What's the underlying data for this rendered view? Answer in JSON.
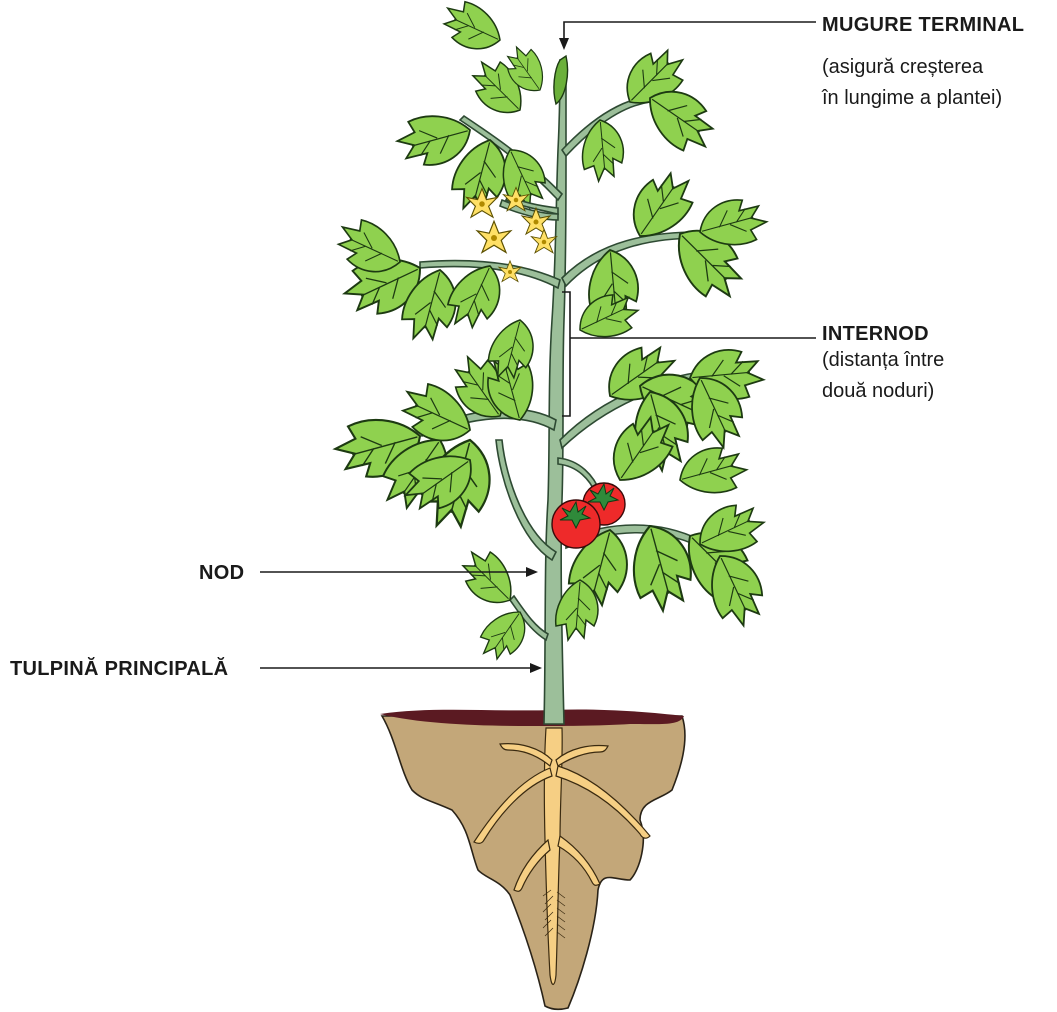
{
  "labels": {
    "terminal_bud": {
      "title": "MUGURE TERMINAL",
      "desc_line1": "(asigură creșterea",
      "desc_line2": "în lungime a plantei)"
    },
    "internode": {
      "title": "INTERNOD",
      "desc_line1": "(distanța între",
      "desc_line2": "două noduri)"
    },
    "node": {
      "title": "NOD"
    },
    "main_stem": {
      "title": "TULPINĂ PRINCIPALĂ"
    }
  },
  "colors": {
    "leaf": "#8fd14f",
    "stem": "#9cbf9a",
    "flower": "#ffe066",
    "fruit": "#ee2a2a",
    "soil_surface": "#5b1a22",
    "soil": "#c3a779",
    "root": "#f6cf84"
  }
}
